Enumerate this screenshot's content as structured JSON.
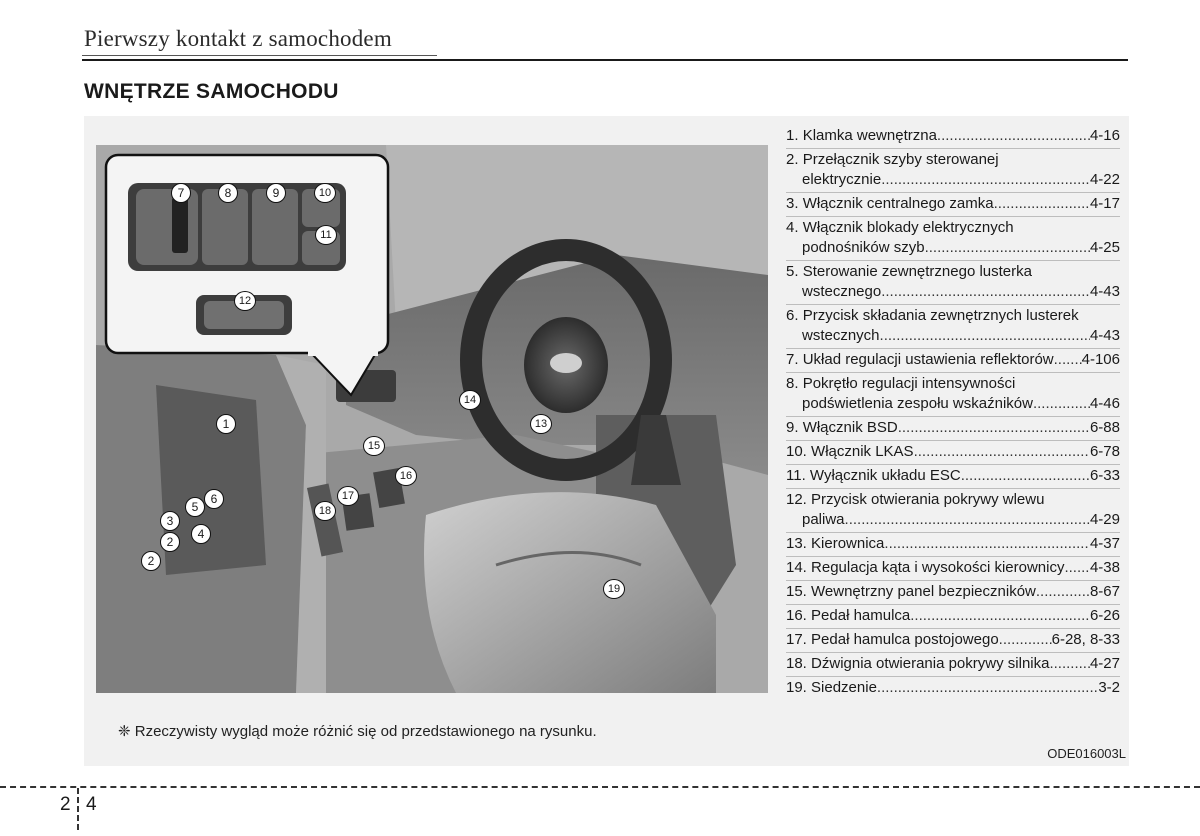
{
  "header": {
    "title": "Pierwszy kontakt z samochodem"
  },
  "section_title": "WNĘTRZE SAMOCHODU",
  "callouts": [
    "1",
    "2",
    "3",
    "4",
    "5",
    "6",
    "7",
    "8",
    "9",
    "10",
    "11",
    "12",
    "13",
    "14",
    "15",
    "16",
    "17",
    "18",
    "19"
  ],
  "legend": [
    {
      "num": "1.",
      "text": "Klamka wewnętrzna",
      "page": "4-16"
    },
    {
      "num": "2.",
      "text": "Przełącznik szyby sterowanej",
      "cont": "elektrycznie",
      "page": "4-22"
    },
    {
      "num": "3.",
      "text": "Włącznik centralnego zamka",
      "page": "4-17"
    },
    {
      "num": "4.",
      "text": "Włącznik blokady elektrycznych",
      "cont": "podnośników szyb",
      "page": "4-25"
    },
    {
      "num": "5.",
      "text": "Sterowanie zewnętrznego lusterka",
      "cont": "wstecznego",
      "page": "4-43"
    },
    {
      "num": "6.",
      "text": "Przycisk składania zewnętrznych lusterek",
      "cont": "wstecznych",
      "page": "4-43"
    },
    {
      "num": "7.",
      "text": "Układ regulacji ustawienia reflektorów",
      "page": "4-106"
    },
    {
      "num": "8.",
      "text": "Pokrętło regulacji intensywności",
      "cont": "podświetlenia zespołu wskaźników",
      "page": "4-46"
    },
    {
      "num": "9.",
      "text": "Włącznik BSD",
      "page": "6-88"
    },
    {
      "num": "10.",
      "text": "Włącznik LKAS",
      "page": "6-78"
    },
    {
      "num": "11.",
      "text": "Wyłącznik układu ESC",
      "page": "6-33"
    },
    {
      "num": "12.",
      "text": "Przycisk otwierania pokrywy wlewu",
      "cont": "paliwa",
      "page": "4-29"
    },
    {
      "num": "13.",
      "text": "Kierownica",
      "page": "4-37"
    },
    {
      "num": "14.",
      "text": "Regulacja kąta i wysokości kierownicy",
      "page": "4-38"
    },
    {
      "num": "15.",
      "text": "Wewnętrzny panel bezpieczników",
      "page": "8-67"
    },
    {
      "num": "16.",
      "text": "Pedał hamulca",
      "page": "6-26"
    },
    {
      "num": "17.",
      "text": "Pedał hamulca postojowego",
      "page": "6-28, 8-33"
    },
    {
      "num": "18.",
      "text": "Dźwignia otwierania pokrywy silnika",
      "page": "4-27"
    },
    {
      "num": "19.",
      "text": "Siedzenie",
      "page": "3-2"
    }
  ],
  "note": "❈ Rzeczywisty wygląd może różnić się od przedstawionego na rysunku.",
  "figure_code": "ODE016003L",
  "page_number": {
    "left": "2",
    "right": "4"
  }
}
